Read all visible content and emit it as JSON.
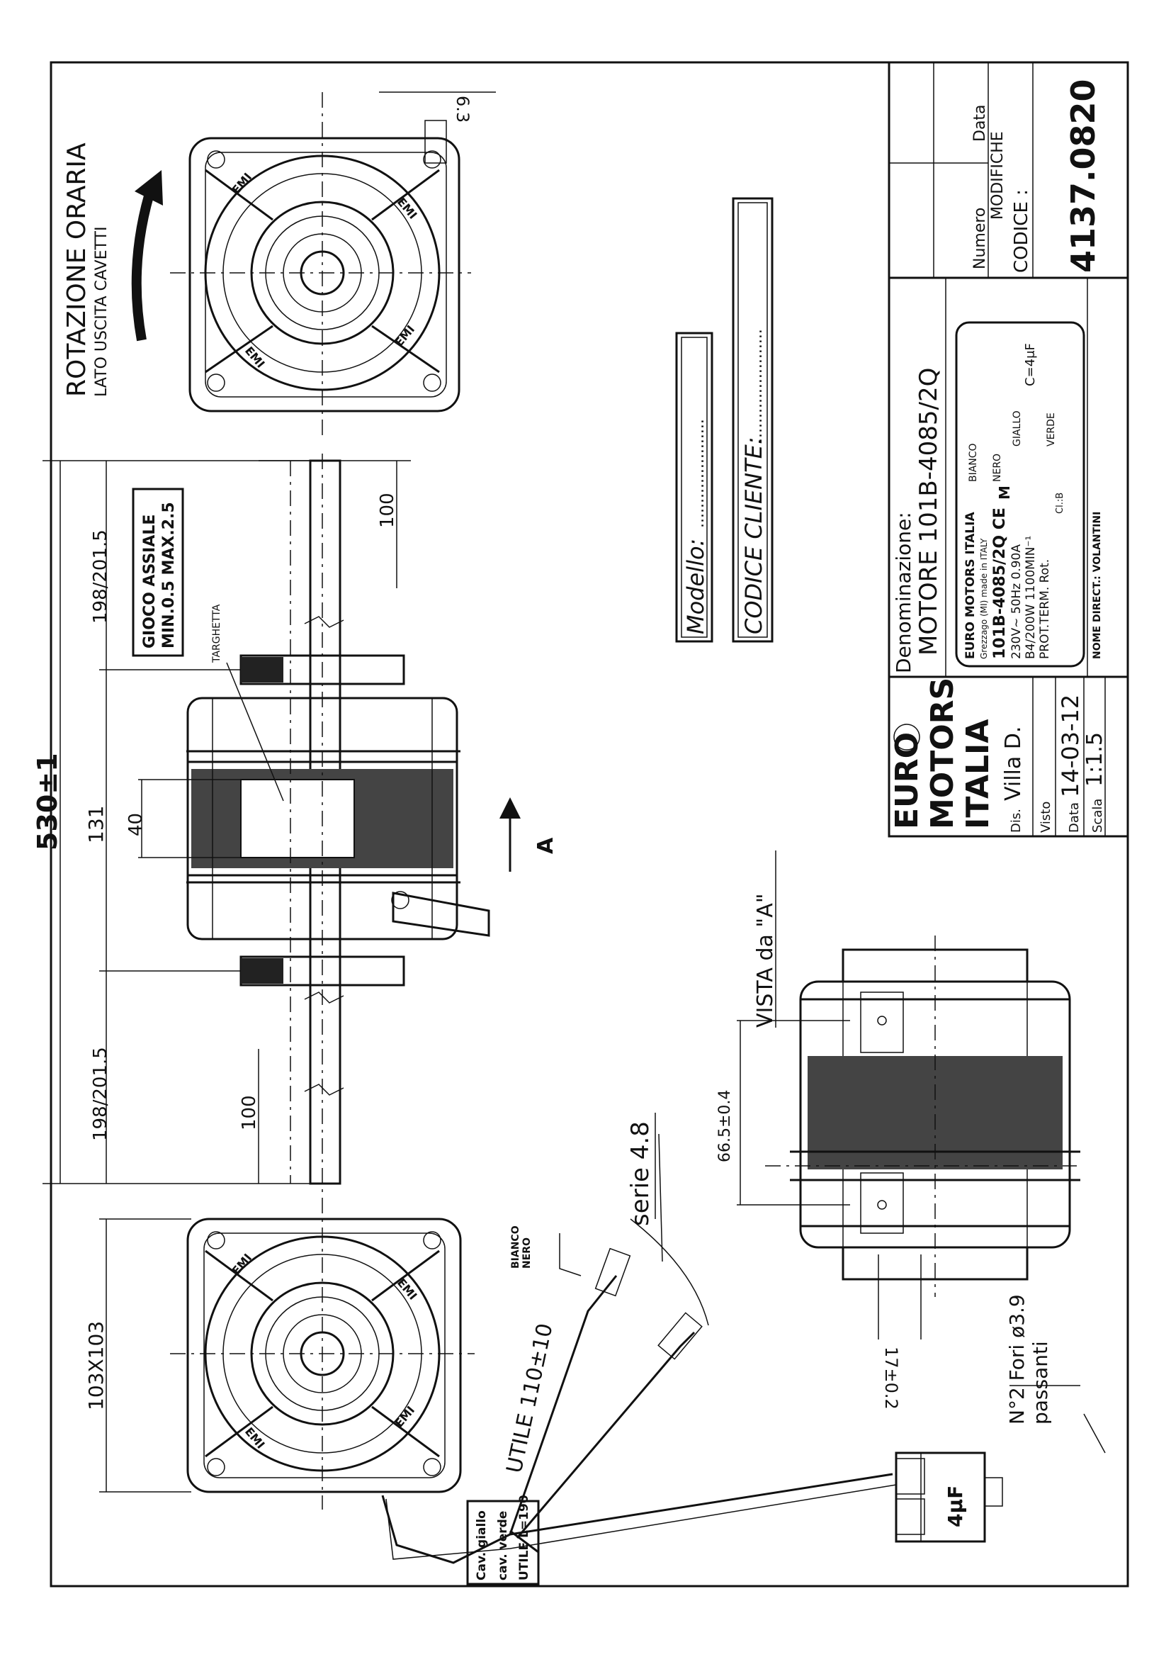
{
  "title_block": {
    "brand_lines": [
      "EURO",
      "MOTORS",
      "ITALIA"
    ],
    "designation_label": "Denominazione:",
    "designation_value": "MOTORE 101B-4085/2Q",
    "nameplate": {
      "line1": "EURO MOTORS ITALIA",
      "line2": "Grezzago (MI) made in ITALY",
      "line3": "101B-4085/2Q CE",
      "line4": "230V~ 50Hz  0.90A",
      "line5": "B4/200W  1100MIN⁻¹",
      "line6": "PROT.TERM. Rot.",
      "line7": "Cl.:B",
      "wiring_bianco": "BIANCO",
      "wiring_nero": "NERO",
      "wiring_giallo": "GIALLO",
      "wiring_verde": "VERDE",
      "motor_symbol": "M",
      "capacitor": "C=4μF",
      "customer_name": "NOME DIRECT.: VOLANTINI"
    },
    "dis_label": "Dis.",
    "dis_value": "Villa D.",
    "visto_label": "Visto",
    "data_label": "Data",
    "data_value": "14-03-12",
    "scala_label": "Scala",
    "scala_value": "1:1.5",
    "numero_label": "Numero",
    "data_col_label": "Data",
    "modifiche_label": "MODIFICHE",
    "codice_label": "CODICE :",
    "codice_value": "4137.0820"
  },
  "rotation_label": {
    "line1": "ROTAZIONE ORARIA",
    "line2": "LATO USCITA CAVETTI"
  },
  "fields": {
    "modello_label": "Modello:",
    "modello_dots": "......................",
    "codice_cliente_label": "CODICE CLIENTE:",
    "codice_cliente_dots": "......................."
  },
  "dimensions": {
    "overall": "530±1",
    "left_shaft": "198/201.5",
    "right_shaft": "198/201.5",
    "body": "131",
    "stack": "40",
    "shaft_left_100": "100",
    "shaft_right_100": "100",
    "flange": "103X103",
    "tab_6_3": "6.3",
    "vista_66_5": "66.5±0.4",
    "vista_17": "17±0.2"
  },
  "notes": {
    "gioco_line1": "GIOCO ASSIALE",
    "gioco_line2": "MIN.0.5  MAX.2.5",
    "targhetta": "TARGHETTA",
    "arrow_a": "A",
    "vista": "VISTA da \"A\"",
    "serie": "serie 4.8",
    "utile": "UTILE 110±10",
    "bianco": "BIANCO",
    "nero": "NERO",
    "fori_line1": "N°2 Fori ø3.9",
    "fori_line2": "passanti",
    "cavetto_line1": "Cav. giallo",
    "cavetto_line2": "cav. verde",
    "cavetto_line3": "UTILE L=190",
    "capacitor_label": "4μF",
    "emi": "EMI"
  }
}
